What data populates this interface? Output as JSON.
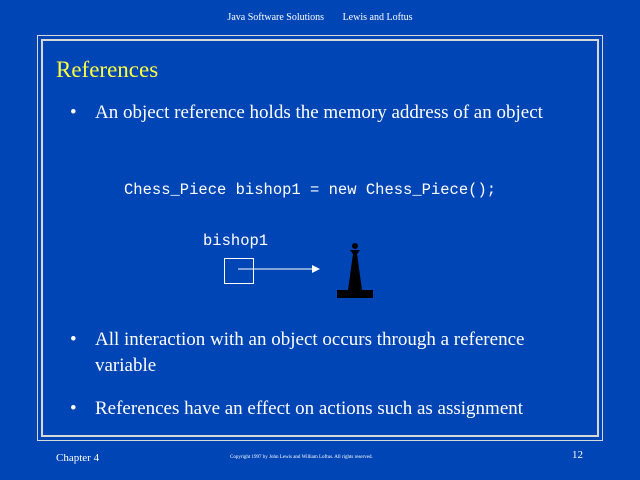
{
  "header": {
    "book": "Java Software Solutions",
    "authors": "Lewis and Loftus"
  },
  "slide": {
    "title": "References",
    "bullets": [
      "An object reference holds the memory address of an object",
      "All interaction with an object occurs through a reference variable",
      "References have an effect on actions such as assignment"
    ],
    "code": "Chess_Piece bishop1 = new Chess_Piece();",
    "diagram": {
      "variable_label": "bishop1",
      "object_icon": "bishop-chess-piece-icon"
    }
  },
  "footer": {
    "chapter": "Chapter 4",
    "copyright": "Copyright 1997 by John Lewis and William Loftus.  All rights reserved.",
    "page": "12"
  },
  "colors": {
    "background": "#0045B5",
    "title": "#FFFF40",
    "text": "#FFFFFF",
    "frame": "#D8D8D8"
  }
}
